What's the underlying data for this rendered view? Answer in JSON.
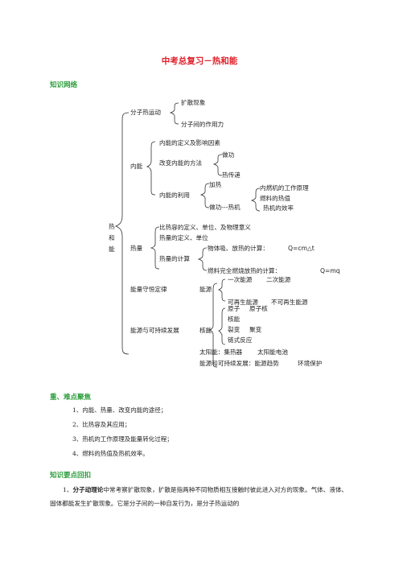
{
  "title": "中考总复习－热和能",
  "sections": {
    "knowledge_network": "知识网络",
    "key_points": "重、难点聚焦",
    "review": "知识要点回扣"
  },
  "concept_map": {
    "root": [
      "热",
      "和",
      "能"
    ],
    "molecular_motion": "分子热运动",
    "diffusion": "扩散现象",
    "intermolecular_force": "分子间的作用力",
    "internal_energy": "内能",
    "ie_definition": "内能的定义及影响因素",
    "ie_change_methods": "改变内能的方法",
    "doing_work": "做功",
    "heat_transfer": "热传递",
    "ie_use": "内能的利用",
    "heating": "加热",
    "work_heat_engine": "做功---热机",
    "engine_principle": "内燃机的工作原理",
    "fuel_heat_value": "燃料的热值",
    "engine_efficiency": "热机的效率",
    "heat": "热量",
    "specific_heat_def": "比热容的定义、单位、及物理意义",
    "heat_def": "热量的定义、单位",
    "heat_calc": "热量的计算",
    "absorb_release": "物体吸、放热的计算：",
    "formula_cm": "Q=cm△t",
    "fuel_burn": "燃料完全燃烧放热的计算：",
    "formula_qm": "Q=mq",
    "conservation": "能量守恒定律",
    "energy_source": "能源",
    "primary": "一次能源",
    "secondary": "二次能源",
    "renewable": "可再生能源",
    "nonrenewable": "不可再生能源",
    "sustainable": "能源与可持续发展",
    "nuclear": "核能",
    "atom": "原子",
    "nucleus": "原子核",
    "nuclear_energy_word": "核能",
    "fission": "裂变",
    "fusion": "聚变",
    "chain_reaction": "链式反应",
    "solar": "太阳能：集热器",
    "solar_cell": "太阳能电池",
    "sustain_trend": "能源和可持续发展：能源趋势",
    "env_protect": "环境保护"
  },
  "key_points": [
    "1、内能、热量、改变内能的途径；",
    "2、比热容及其应用；",
    "3、热机的工作原理及能量转化过程；",
    "4、燃料的热值及热机效率。"
  ],
  "review": {
    "lead": "1、",
    "term": "分子动理论",
    "text": "中常考察扩散现象，扩散是指两种不同物质相互接触时彼此进入对方的现象。气体、液体、固体都能发生扩散现象。它是分子间的一种自发行为，是分子热运动的"
  }
}
